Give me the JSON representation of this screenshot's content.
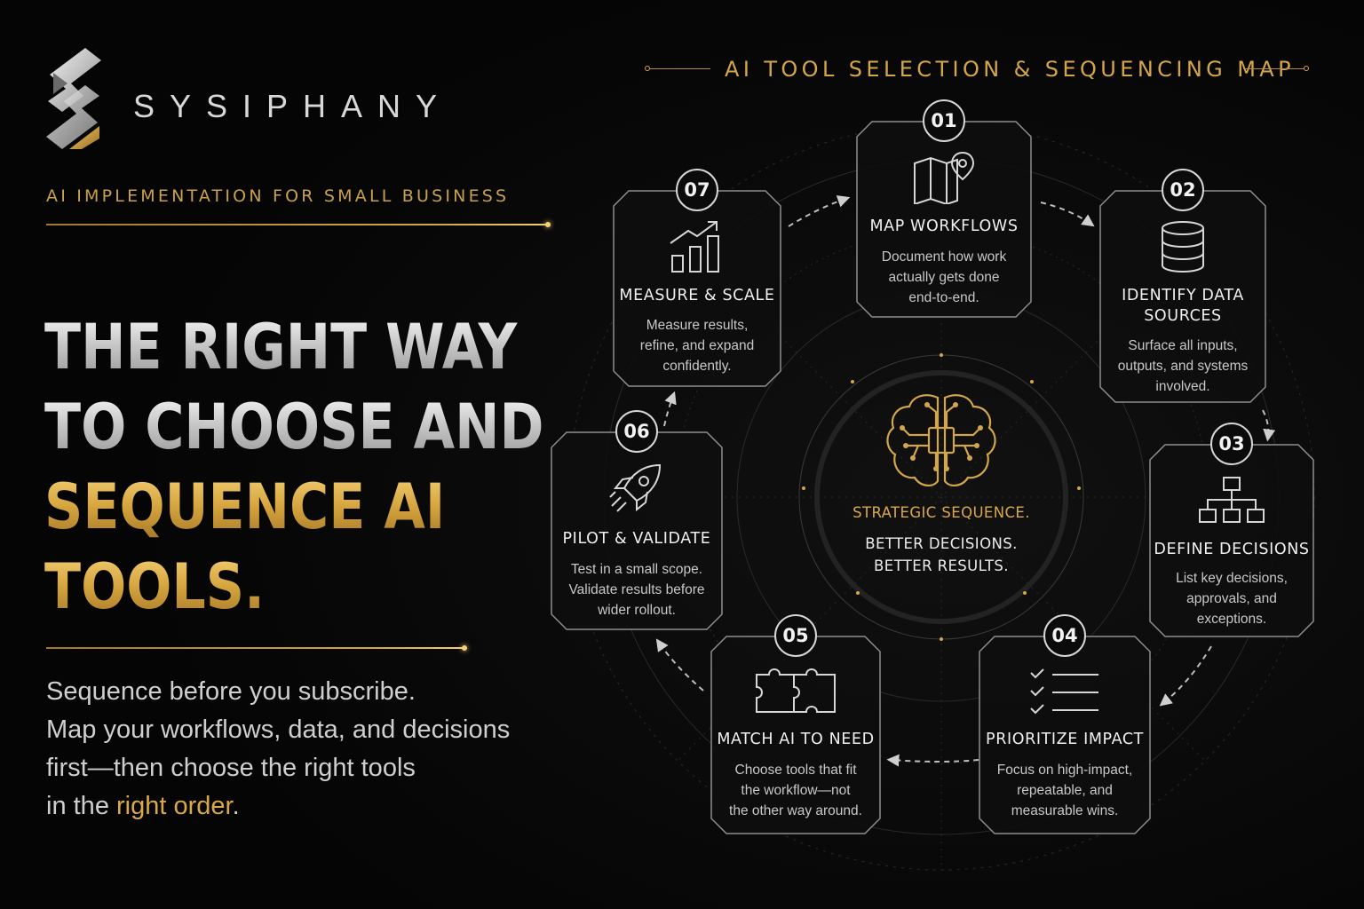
{
  "brand": {
    "name": "SYSIPHANY",
    "tagline": "AI IMPLEMENTATION FOR SMALL BUSINESS",
    "logo_icon": "stylized-s-logo-icon"
  },
  "headline": {
    "line1": "THE RIGHT WAY",
    "line2": "TO CHOOSE AND",
    "line3": "SEQUENCE AI",
    "line4": "TOOLS."
  },
  "body": {
    "line1": "Sequence before you subscribe.",
    "line2": "Map your workflows, data, and decisions",
    "line3": "first—then choose the right tools",
    "line4_prefix": "in the ",
    "line4_accent": "right order",
    "line4_suffix": "."
  },
  "map": {
    "title": "AI TOOL SELECTION & SEQUENCING MAP",
    "center": {
      "label": "STRATEGIC SEQUENCE.",
      "tagline": "BETTER DECISIONS.\nBETTER RESULTS.",
      "icon": "brain-circuit-icon"
    },
    "steps": [
      {
        "num": "01",
        "title": "MAP WORKFLOWS",
        "desc": "Document how work\nactually gets done\nend-to-end.",
        "icon": "map-pin-icon"
      },
      {
        "num": "02",
        "title": "IDENTIFY DATA\nSOURCES",
        "desc": "Surface all inputs,\noutputs, and systems\ninvolved.",
        "icon": "database-icon"
      },
      {
        "num": "03",
        "title": "DEFINE DECISIONS",
        "desc": "List key decisions,\napprovals, and\nexceptions.",
        "icon": "hierarchy-icon"
      },
      {
        "num": "04",
        "title": "PRIORITIZE IMPACT",
        "desc": "Focus on high-impact,\nrepeatable, and\nmeasurable wins.",
        "icon": "checklist-icon"
      },
      {
        "num": "05",
        "title": "MATCH AI TO NEED",
        "desc": "Choose tools that fit\nthe workflow—not\nthe other way around.",
        "icon": "puzzle-icon"
      },
      {
        "num": "06",
        "title": "PILOT & VALIDATE",
        "desc": "Test in a small scope.\nValidate results before\nwider rollout.",
        "icon": "rocket-icon"
      },
      {
        "num": "07",
        "title": "MEASURE & SCALE",
        "desc": "Measure results,\nrefine, and expand\nconfidently.",
        "icon": "growth-chart-icon"
      }
    ]
  },
  "colors": {
    "gold": "#d4a64a",
    "silver": "#d6d6d6",
    "background": "#050505"
  }
}
